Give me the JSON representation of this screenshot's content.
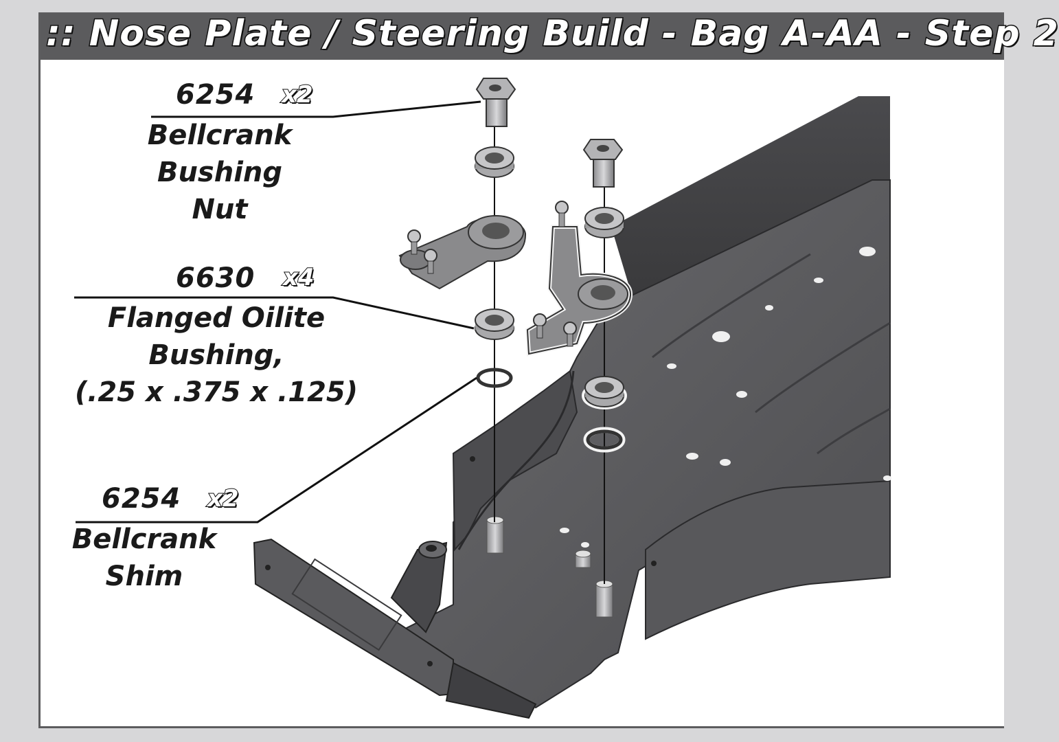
{
  "header": {
    "title": ":: Nose Plate / Steering Build - Bag A-AA - Step 2"
  },
  "callouts": [
    {
      "part_number": "6254",
      "quantity": "x2",
      "name_lines": [
        "Bellcrank",
        "Bushing",
        "Nut"
      ]
    },
    {
      "part_number": "6630",
      "quantity": "x4",
      "name_lines": [
        "Flanged Oilite",
        "Bushing,",
        "(.25 x .375 x .125)"
      ]
    },
    {
      "part_number": "6254",
      "quantity": "x2",
      "name_lines": [
        "Bellcrank",
        "Shim"
      ]
    }
  ],
  "colors": {
    "header_bg": "#5b5b5d",
    "plate": "#5f5f62",
    "page_bg": "#ffffff",
    "outer_bg": "#d7d7d9"
  }
}
